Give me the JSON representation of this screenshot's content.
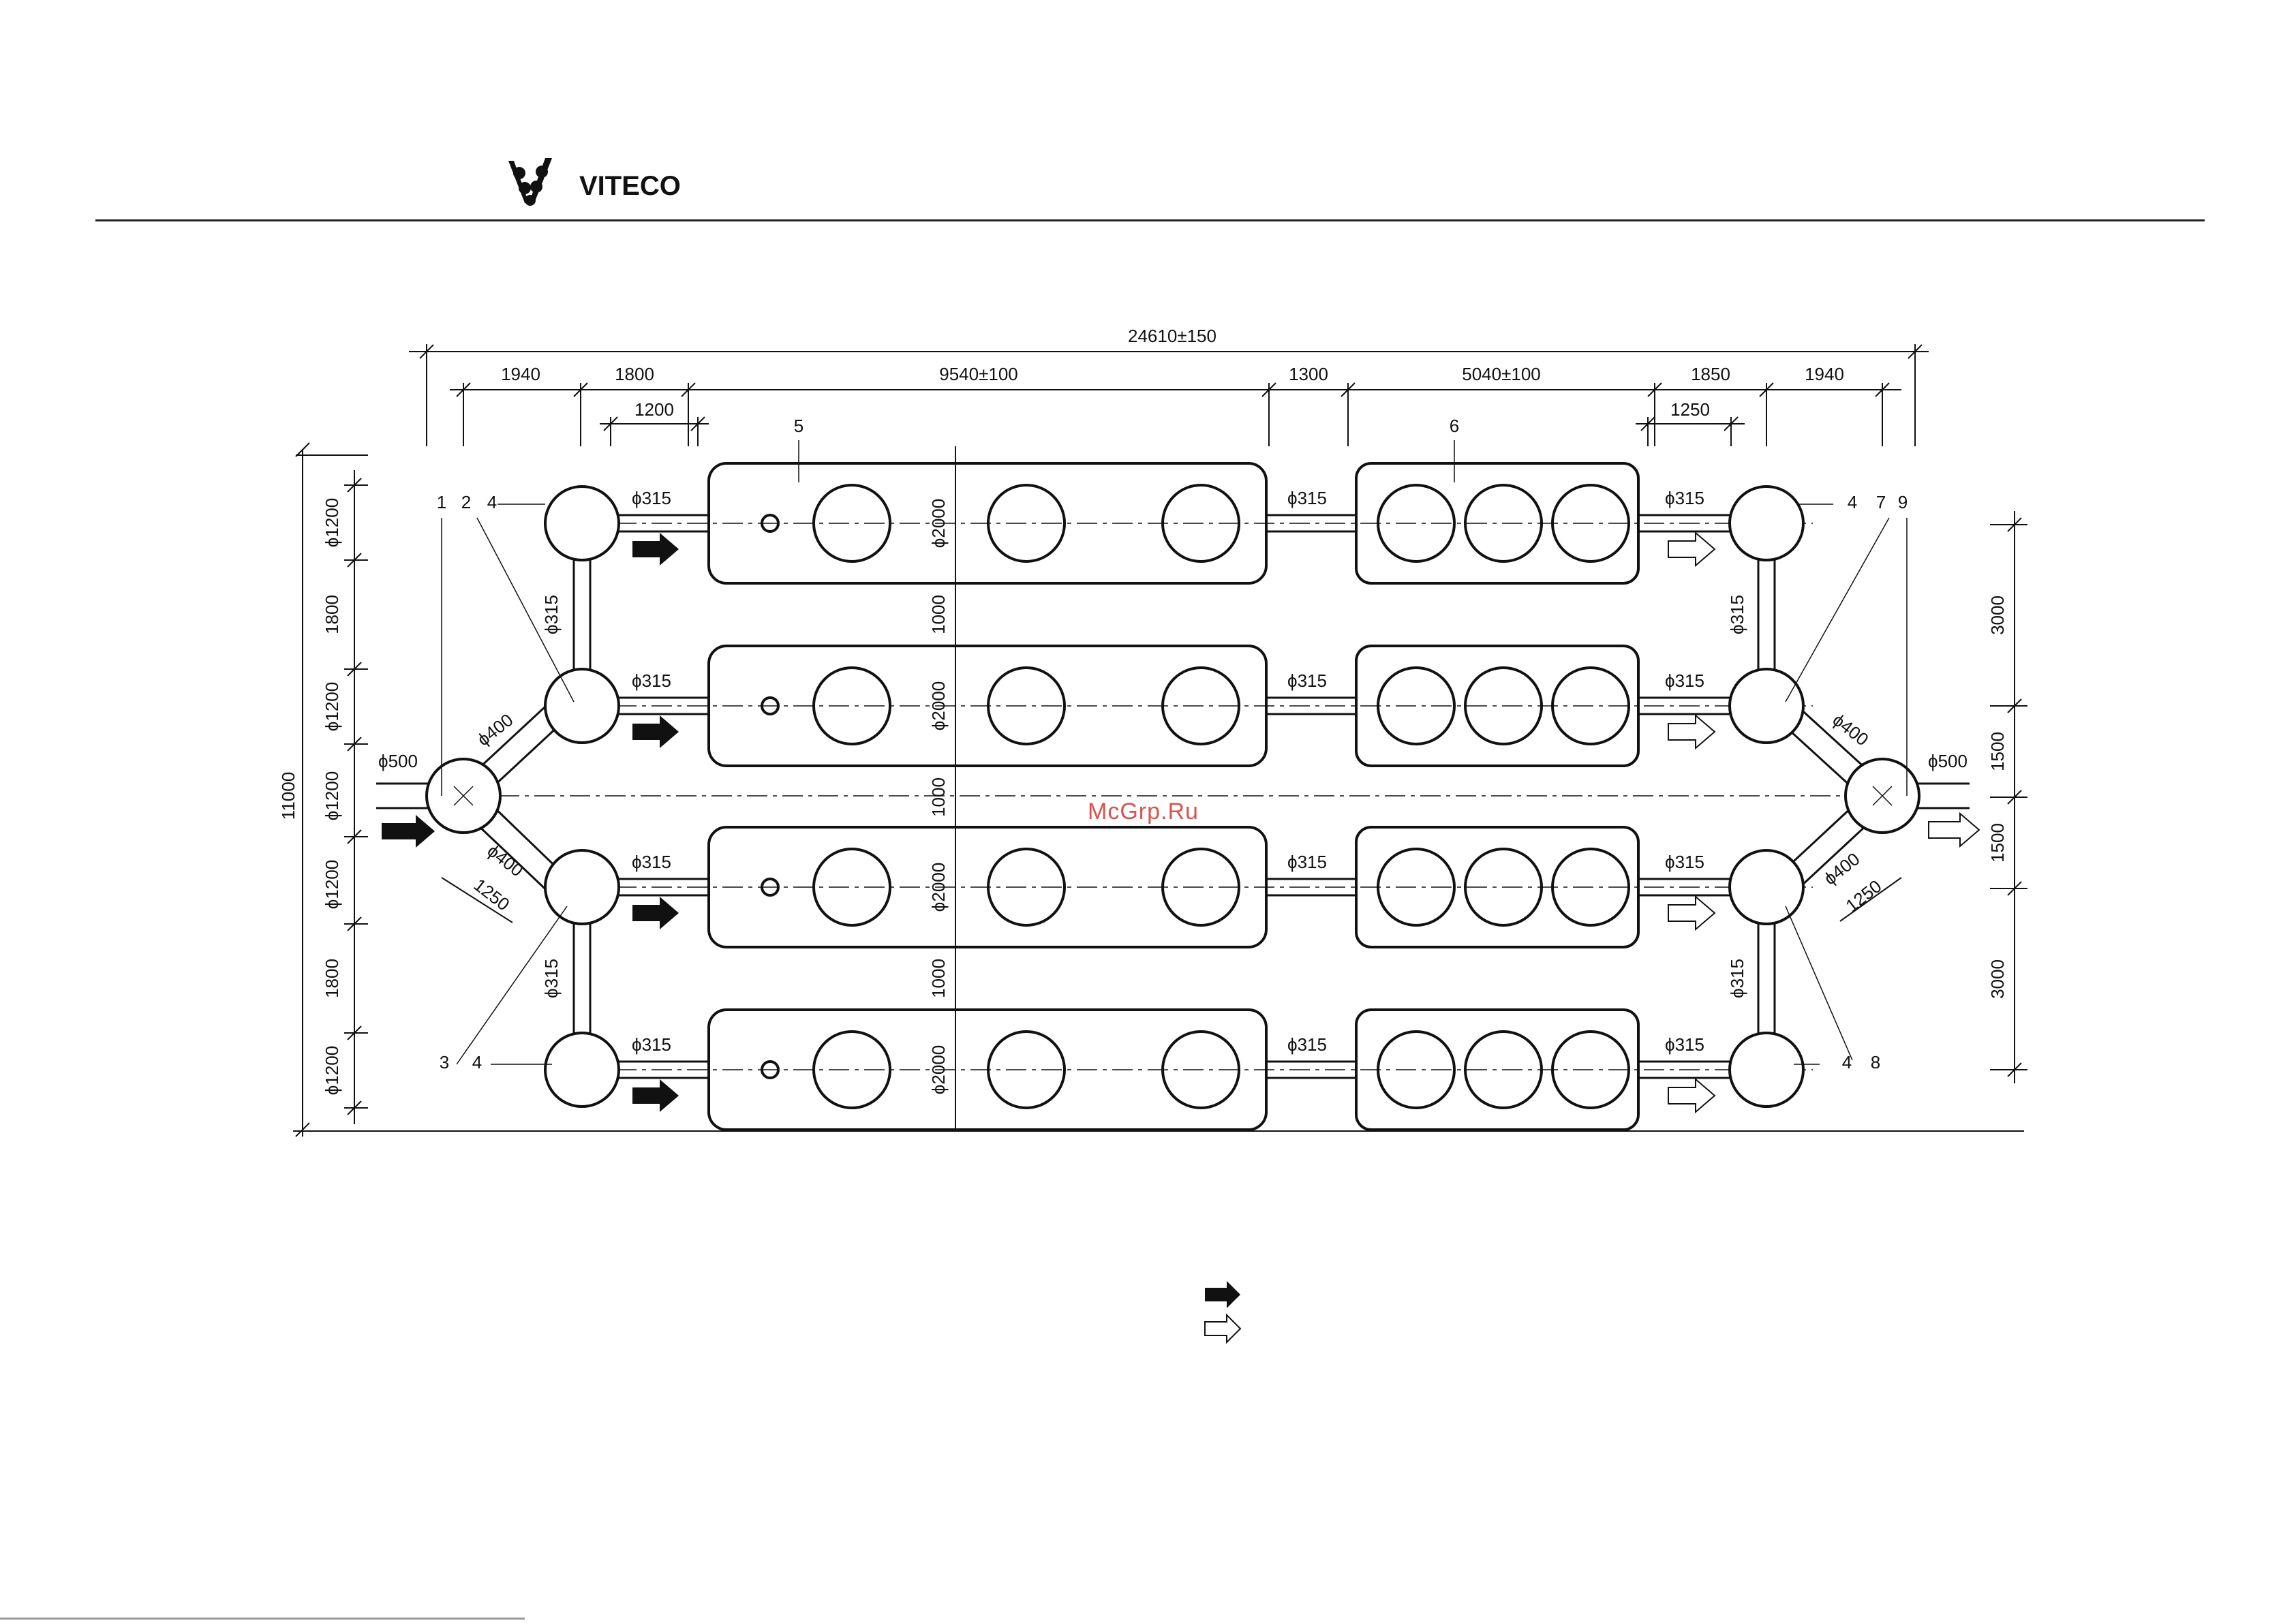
{
  "header": {
    "brand_text": "VITECO"
  },
  "watermark": "McGrp.Ru",
  "dims_top": {
    "overall": "24610±150",
    "seg_1940_a": "1940",
    "seg_1800": "1800",
    "seg_9540": "9540±100",
    "seg_1300": "1300",
    "seg_5040": "5040±100",
    "seg_1850": "1850",
    "seg_1940_b": "1940",
    "sub_1200": "1200",
    "sub_1250": "1250"
  },
  "dims_left": {
    "overall": "11000",
    "d1": "ϕ1200",
    "s1": "1800",
    "d2": "ϕ1200",
    "d3": "ϕ1200",
    "d4": "ϕ1200",
    "s2": "1800",
    "d5": "ϕ1200"
  },
  "dims_right": {
    "r1": "3000",
    "r2": "1500",
    "r3": "1500",
    "r4": "3000"
  },
  "pipe_labels": {
    "p315": "ϕ315",
    "p400": "ϕ400",
    "p500": "ϕ500",
    "tank_d": "ϕ2000",
    "gap": "1000",
    "diag": "1250"
  },
  "callouts": {
    "n1": "1",
    "n2": "2",
    "n3": "3",
    "n4": "4",
    "n5": "5",
    "n6": "6",
    "n7": "7",
    "n8": "8",
    "n9": "9"
  },
  "colors": {
    "line": "#111111",
    "watermark": "#d9534f"
  }
}
